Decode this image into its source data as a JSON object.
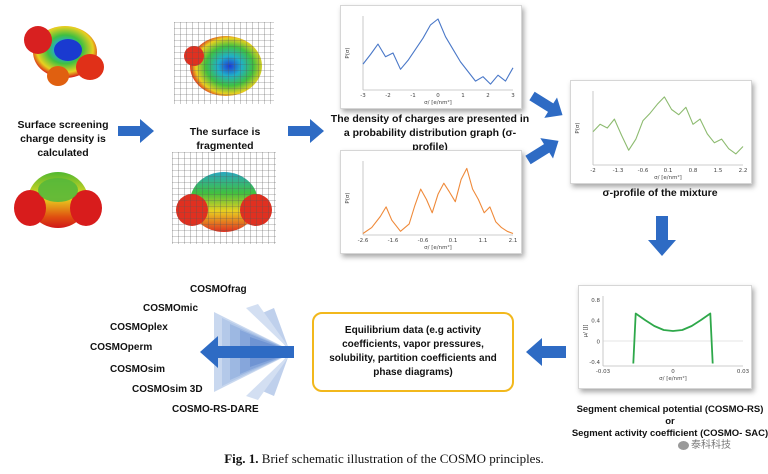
{
  "labels": {
    "surface_charge": "Surface screening charge density is calculated",
    "fragmented": "The surface is fragmented",
    "density": "The density of charges are presented in a probability distribution graph (σ-profile)",
    "mixture": "σ-profile of the mixture",
    "equilibrium": "Equilibrium data (e.g activity coefficients, vapor pressures, solubility, partition coefficients and phase diagrams)",
    "segment1": "Segment chemical potential (COSMO-RS)",
    "segment_or": "or",
    "segment2": "Segment activity coefficient (COSMO- SAC)"
  },
  "programs": [
    "COSMOfrag",
    "COSMOmic",
    "COSMOplex",
    "COSMOperm",
    "COSMOsim",
    "COSMOsim 3D",
    "COSMO-RS-DARE"
  ],
  "caption": {
    "prefix": "Fig. 1.",
    "text": "Brief schematic illustration of the COSMO principles."
  },
  "watermark": "泰科科技",
  "colors": {
    "arrow": "#2e6bc4",
    "blue_series": "#4a78c8",
    "orange_series": "#ef8a3a",
    "green_series": "#8dbb70",
    "potential_series": "#2ea84a",
    "box_border": "#f2b81c"
  },
  "chart_data": [
    {
      "type": "line",
      "xlabel": "σ/ [e/nm²]",
      "ylabel": "P(σ)",
      "x_ticks": [
        "-3",
        "-2",
        "-1",
        "0",
        "1",
        "2",
        "3"
      ],
      "xlim": [
        -3,
        3
      ],
      "ylim": [
        0,
        1
      ],
      "series": [
        {
          "x": [
            -3,
            -2.7,
            -2.4,
            -2.1,
            -1.8,
            -1.5,
            -1.2,
            -0.9,
            -0.6,
            -0.3,
            0,
            0.3,
            0.6,
            0.9,
            1.2,
            1.5,
            1.8,
            2.1,
            2.4,
            2.7,
            3
          ],
          "values": [
            0.35,
            0.48,
            0.62,
            0.45,
            0.5,
            0.28,
            0.4,
            0.55,
            0.7,
            0.88,
            0.96,
            0.72,
            0.55,
            0.38,
            0.25,
            0.12,
            0.18,
            0.08,
            0.2,
            0.12,
            0.3
          ]
        }
      ]
    },
    {
      "type": "line",
      "xlabel": "σ/ [e/nm²]",
      "ylabel": "P(σ)",
      "x_ticks": [
        "-2.6",
        "-1.6",
        "-0.6",
        "0.1",
        "1.1",
        "2.1"
      ],
      "xlim": [
        -2.6,
        2.6
      ],
      "ylim": [
        0,
        1
      ],
      "series": [
        {
          "x": [
            -2.6,
            -2.3,
            -2.0,
            -1.8,
            -1.6,
            -1.3,
            -1.0,
            -0.8,
            -0.6,
            -0.4,
            -0.2,
            0,
            0.2,
            0.4,
            0.6,
            0.8,
            1.0,
            1.2,
            1.4,
            1.6,
            1.8,
            2.0,
            2.2,
            2.4,
            2.6
          ],
          "values": [
            0.02,
            0.1,
            0.25,
            0.38,
            0.2,
            0.05,
            0.15,
            0.4,
            0.62,
            0.48,
            0.3,
            0.55,
            0.7,
            0.58,
            0.45,
            0.75,
            0.9,
            0.62,
            0.48,
            0.3,
            0.38,
            0.18,
            0.1,
            0.05,
            0.02
          ]
        }
      ]
    },
    {
      "type": "line",
      "xlabel": "σ/ [e/nm²]",
      "ylabel": "P(σ)",
      "x_ticks": [
        "-2",
        "-1.3",
        "-0.6",
        "0.1",
        "0.8",
        "1.5",
        "2.2"
      ],
      "xlim": [
        -2,
        2.2
      ],
      "ylim": [
        0,
        1
      ],
      "series": [
        {
          "x": [
            -2,
            -1.8,
            -1.6,
            -1.4,
            -1.2,
            -1.0,
            -0.8,
            -0.6,
            -0.4,
            -0.2,
            0,
            0.2,
            0.4,
            0.6,
            0.8,
            1.0,
            1.2,
            1.4,
            1.6,
            1.8,
            2.0,
            2.2
          ],
          "values": [
            0.45,
            0.55,
            0.5,
            0.62,
            0.4,
            0.2,
            0.35,
            0.6,
            0.7,
            0.82,
            0.92,
            0.75,
            0.68,
            0.78,
            0.55,
            0.62,
            0.42,
            0.3,
            0.35,
            0.22,
            0.15,
            0.25
          ]
        }
      ]
    },
    {
      "type": "line",
      "xlabel": "σ/ [e/nm²]",
      "ylabel": "μ/ [J]",
      "x_ticks": [
        "-0.03",
        "0",
        "0.03"
      ],
      "y_ticks": [
        "0.8",
        "0.4",
        "0",
        "-0.4"
      ],
      "xlim": [
        -0.03,
        0.03
      ],
      "ylim": [
        -0.5,
        0.9
      ],
      "series": [
        {
          "x": [
            -0.017,
            -0.016,
            -0.012,
            -0.008,
            -0.004,
            0,
            0.004,
            0.008,
            0.012,
            0.016,
            0.017
          ],
          "values": [
            -0.45,
            0.55,
            0.42,
            0.3,
            0.22,
            0.2,
            0.22,
            0.3,
            0.42,
            0.55,
            -0.45
          ]
        }
      ]
    }
  ]
}
